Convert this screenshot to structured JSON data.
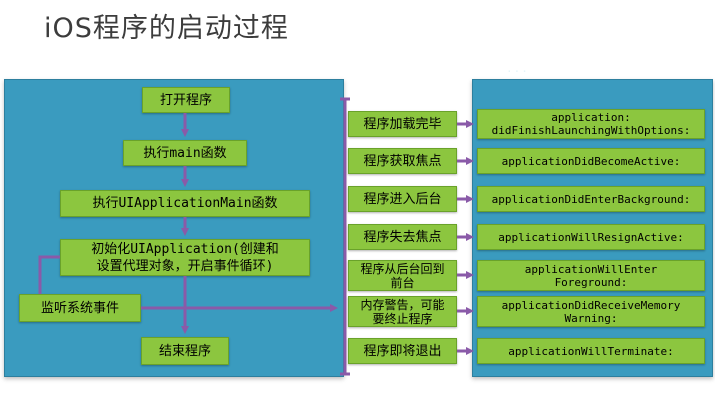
{
  "title": "iOS程序的启动过程",
  "faint_label": "...",
  "flow": {
    "open": "打开程序",
    "main": "执行main函数",
    "ui_main": "执行UIApplicationMain函数",
    "init_line1": "初始化UIApplication(创建和",
    "init_line2": "设置代理对象，开启事件循环)",
    "listen": "监听系统事件",
    "end": "结束程序"
  },
  "events": [
    {
      "label": "程序加载完毕",
      "method": "application:\ndidFinishLaunchingWithOptions:"
    },
    {
      "label": "程序获取焦点",
      "method": "applicationDidBecomeActive:"
    },
    {
      "label": "程序进入后台",
      "method": "applicationDidEnterBackground:"
    },
    {
      "label": "程序失去焦点",
      "method": "applicationWillResignActive:"
    },
    {
      "label": "程序从后台回到\n前台",
      "method": "applicationWillEnter\nForeground:"
    },
    {
      "label": "内存警告，可能\n要终止程序",
      "method": "applicationDidReceiveMemory\nWarning:"
    },
    {
      "label": "程序即将退出",
      "method": "applicationWillTerminate:"
    }
  ],
  "colors": {
    "panel": "#3a9bbf",
    "box": "#8cc63f",
    "arrow": "#8a5aa8"
  }
}
